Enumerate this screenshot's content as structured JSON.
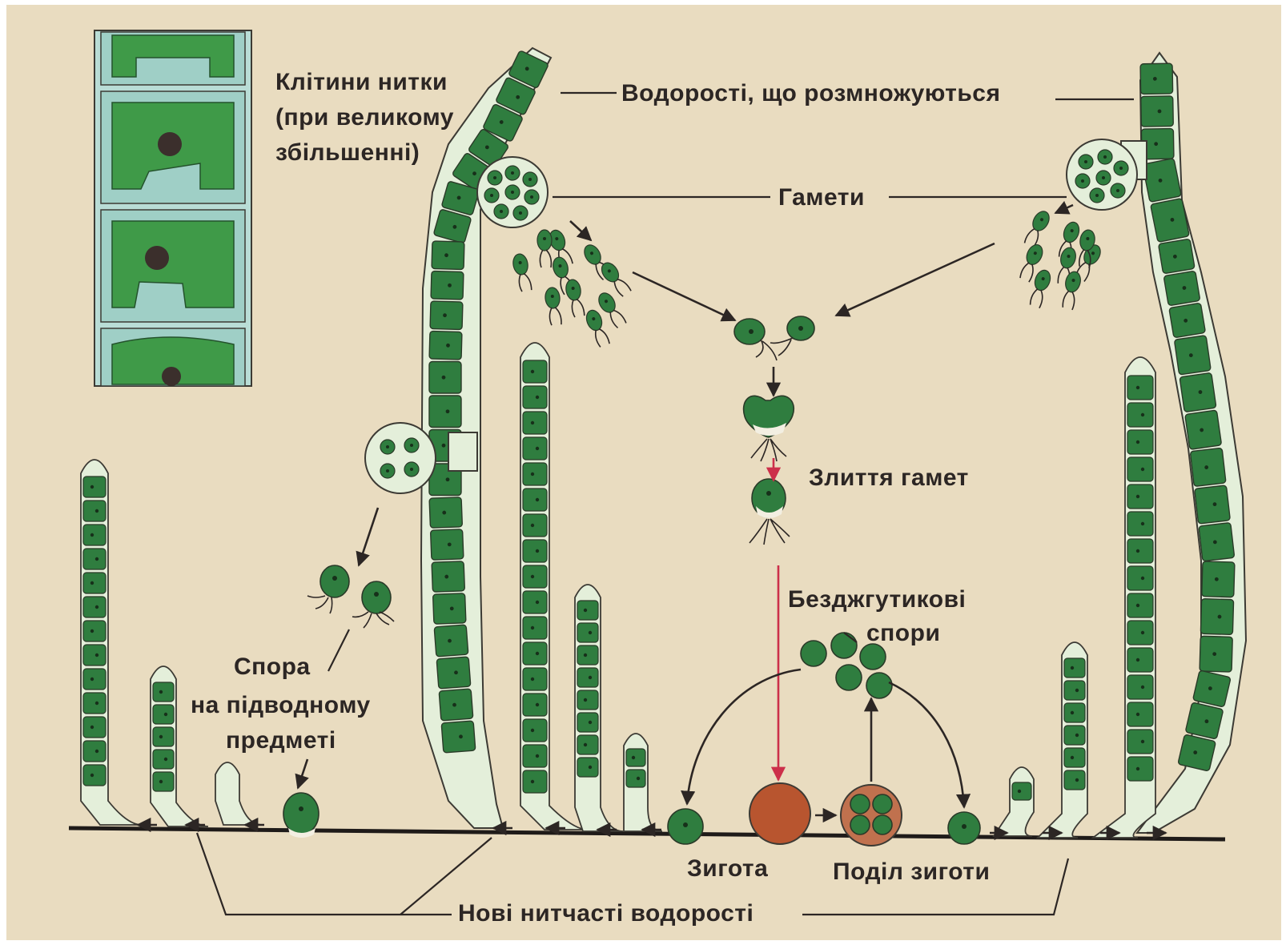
{
  "labels": {
    "filament_cells": [
      "Клітини нитки",
      "(при великому",
      "збільшенні)"
    ],
    "reproducing_algae": "Водорості, що розмножуються",
    "gametes": "Гамети",
    "gamete_fusion": "Злиття гамет",
    "flagellaless_spores": [
      "Безджгутикові",
      "спори"
    ],
    "spore_on_object": [
      "Спора",
      "на підводному",
      "предметі"
    ],
    "zygote": "Зигота",
    "zygote_division": "Поділ зиготи",
    "new_filamentous_algae": "Нові нитчасті водорості"
  },
  "colors": {
    "background": "#e9dcc0",
    "cell_green": "#2f7d3f",
    "light_green": "#6fbf5c",
    "cell_wall": "#a9d2cc",
    "zygote_red": "#b8552f",
    "fusion_arrow": "#cc2f4a",
    "ink": "#2c2624"
  }
}
